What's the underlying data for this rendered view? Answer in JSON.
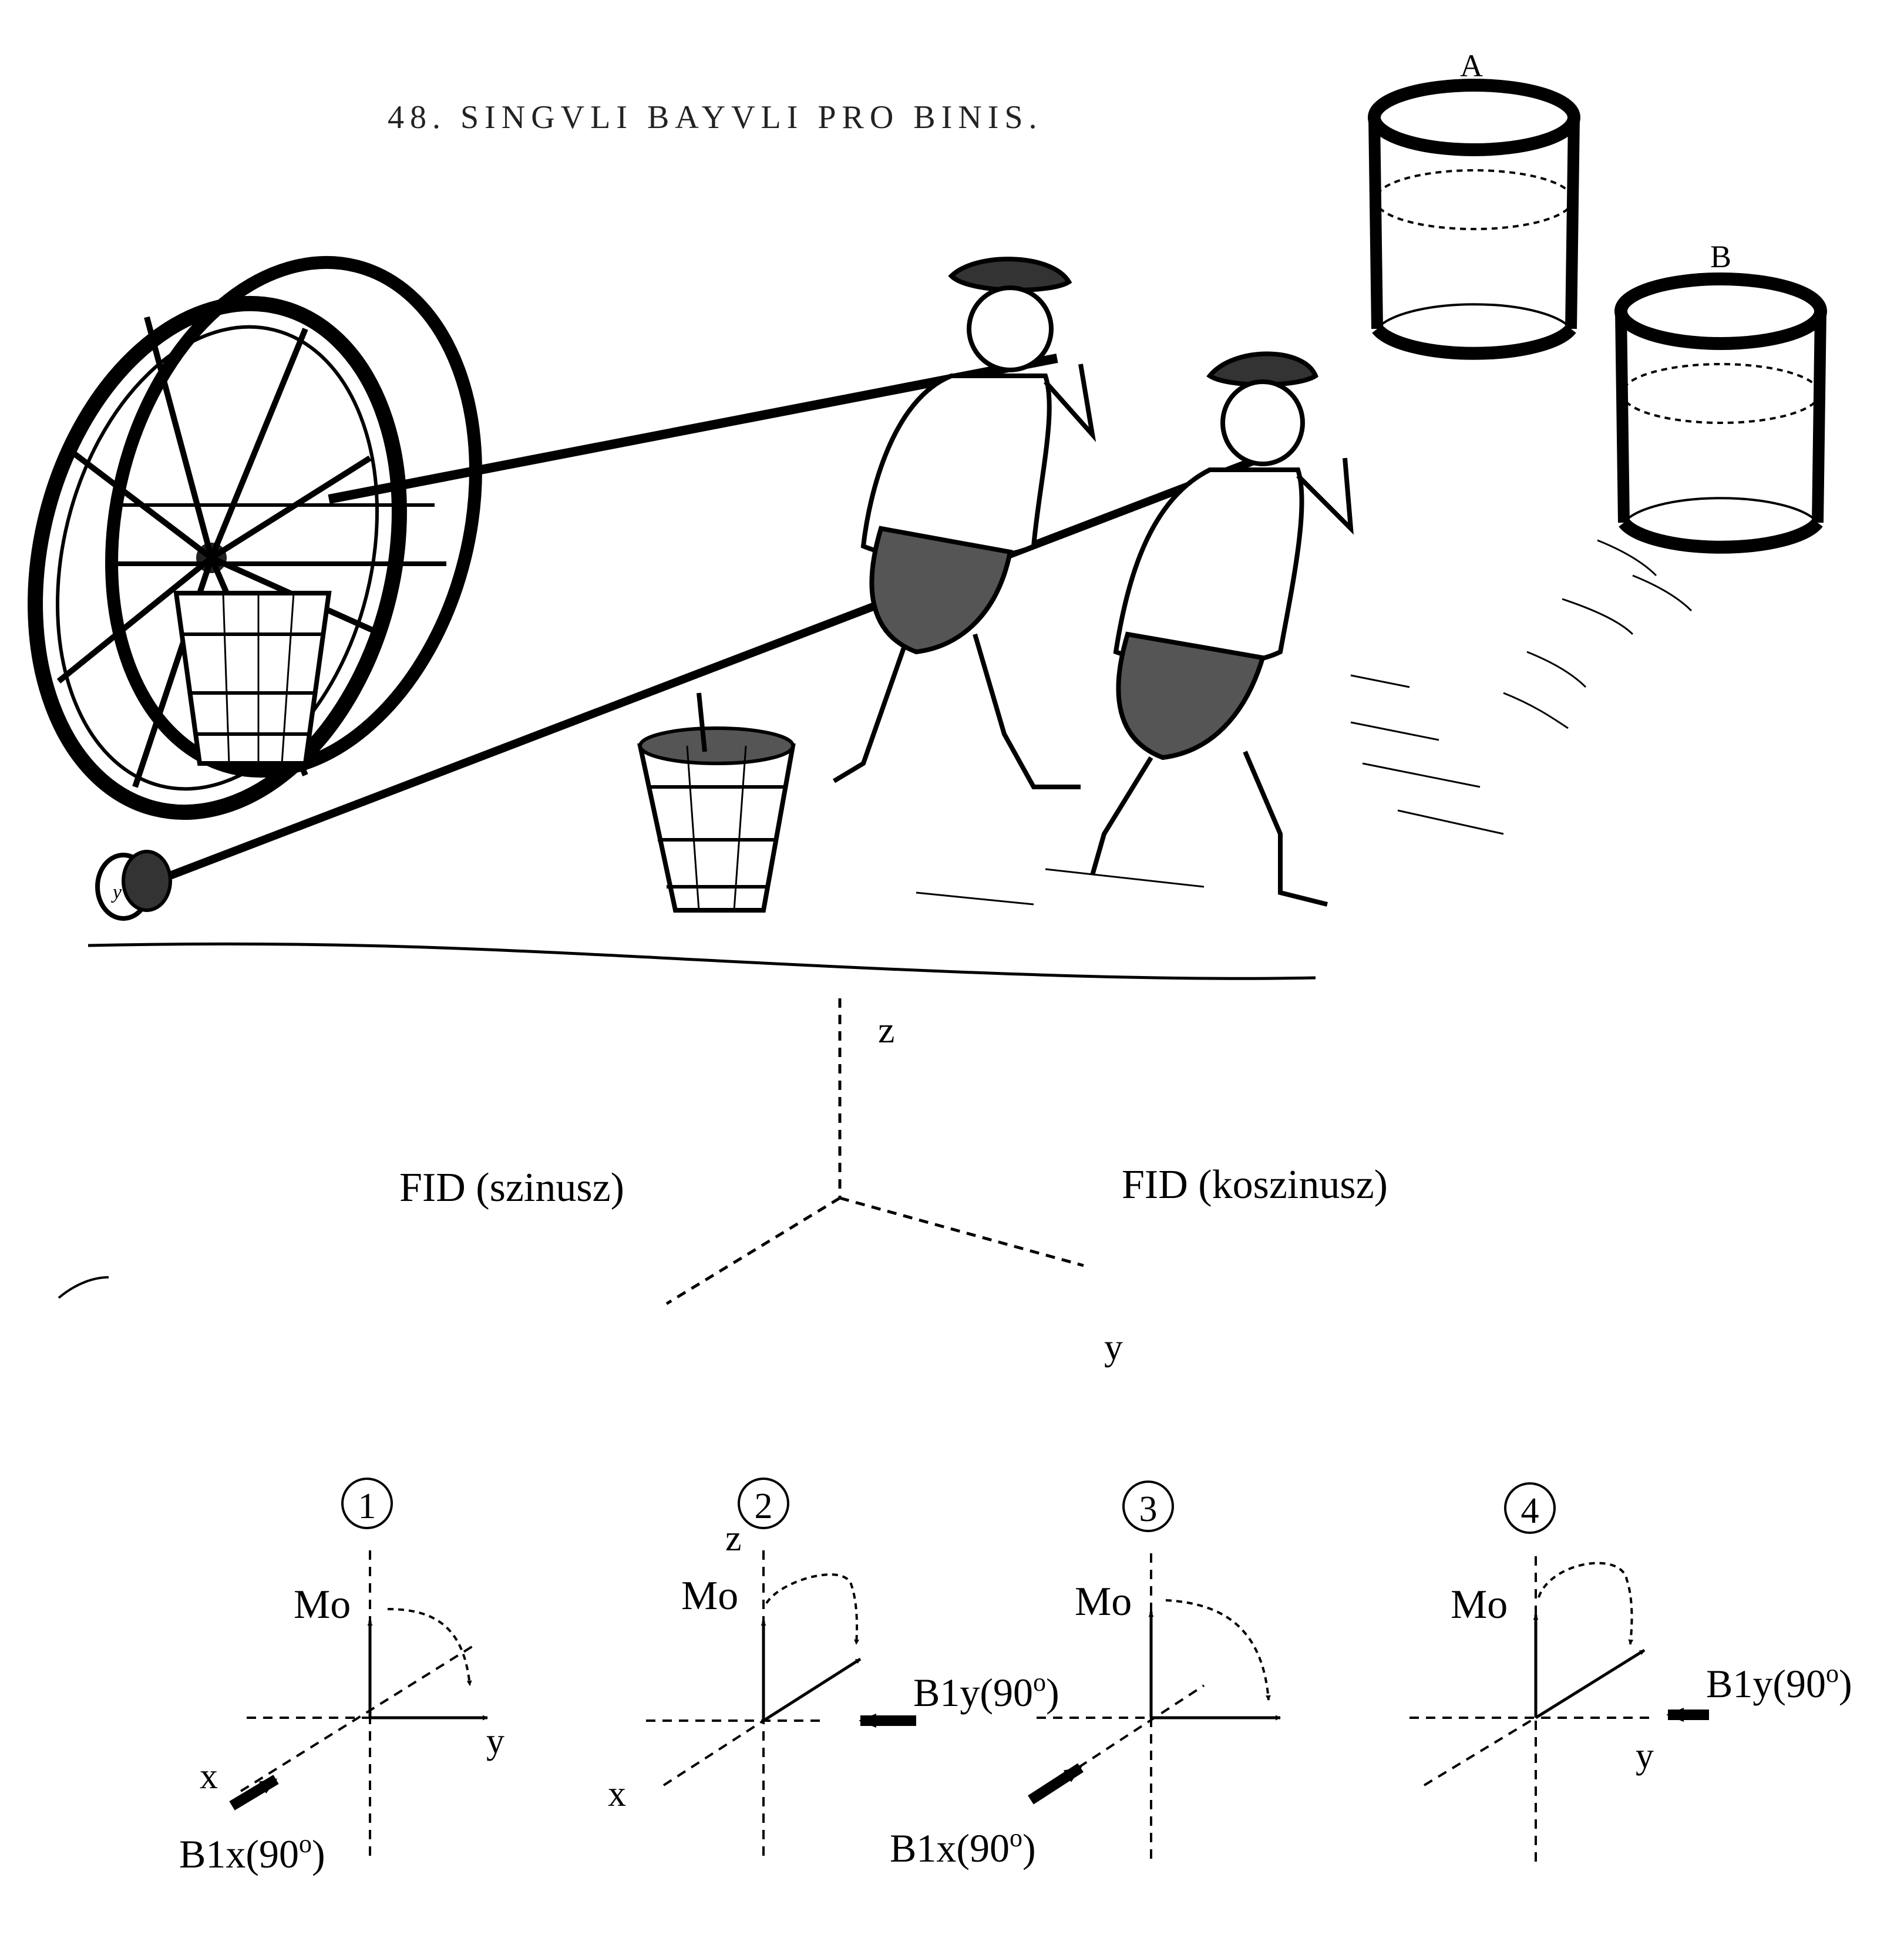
{
  "engraving": {
    "caption": "48. SINGVLI BAYVLI PRO BINIS.",
    "container_a_label": "A",
    "container_b_label": "B",
    "wheel_tag": "y"
  },
  "axes3d": {
    "z_label": "z",
    "y_label": "y",
    "left_label": "FID (szinusz)",
    "right_label": "FID (koszinusz)"
  },
  "panels": [
    {
      "number": "1",
      "m_label": "Mo",
      "pulse_base": "B1x(90",
      "pulse_sup": "o",
      "pulse_close": ")",
      "x_label": "x",
      "y_label": "y",
      "z_label": ""
    },
    {
      "number": "2",
      "m_label": "Mo",
      "pulse_base": "B1y(90",
      "pulse_sup": "o",
      "pulse_close": ")",
      "x_label": "x",
      "y_label": "",
      "z_label": "z"
    },
    {
      "number": "3",
      "m_label": "Mo",
      "pulse_base": "B1x(90",
      "pulse_sup": "o",
      "pulse_close": ")",
      "x_label": "",
      "y_label": "",
      "z_label": ""
    },
    {
      "number": "4",
      "m_label": "Mo",
      "pulse_base": "B1y(90",
      "pulse_sup": "o",
      "pulse_close": ")",
      "x_label": "",
      "y_label": "y",
      "z_label": ""
    }
  ]
}
